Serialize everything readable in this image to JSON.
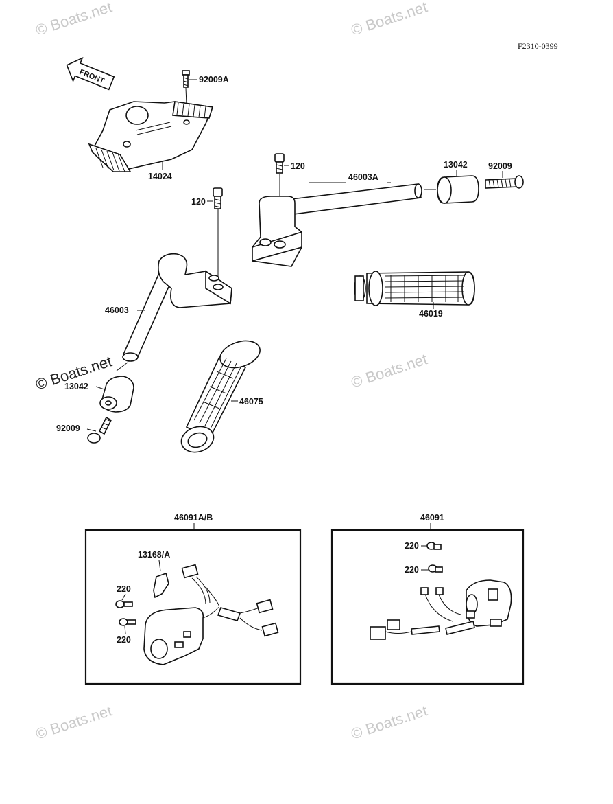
{
  "figure_code": "F2310-0399",
  "watermarks": [
    "© Boats.net",
    "© Boats.net",
    "© Boats.net",
    "© Boats.net",
    "© Boats.net",
    "© Boats.net"
  ],
  "front_label": "FRONT",
  "callouts": {
    "screw_92009A": "92009A",
    "cover_14024": "14024",
    "bolt_120_right": "120",
    "bolt_120_left": "120",
    "handlebar_46003A": "46003A",
    "weight_13042_right": "13042",
    "screw_92009_right": "92009",
    "grip_46019": "46019",
    "handlebar_46003": "46003",
    "weight_13042_left": "13042",
    "screw_92009_left": "92009",
    "grip_46075": "46075"
  },
  "left_box": {
    "title": "46091A/B",
    "clamp_label": "13168/A",
    "screw_top": "220",
    "screw_bottom": "220"
  },
  "right_box": {
    "title": "46091",
    "screw_top": "220",
    "screw_bottom": "220"
  }
}
